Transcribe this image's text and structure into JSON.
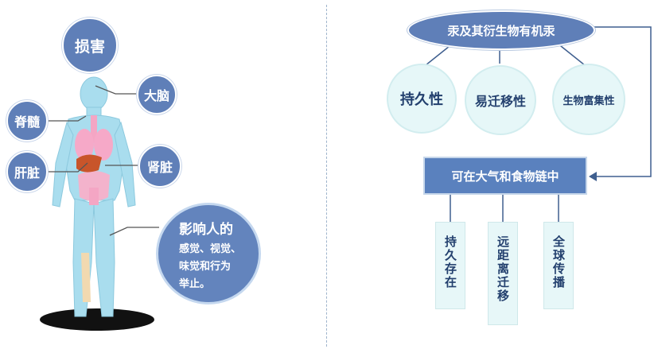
{
  "left": {
    "harm": "损害",
    "brain": "大脑",
    "spinal_cord": "脊髓",
    "liver": "肝脏",
    "kidney": "肾脏",
    "effect_title": "影响人的",
    "effect_lines": [
      "感觉、视觉、",
      "味觉和行为",
      "举止。"
    ]
  },
  "right": {
    "root": "汞及其衍生物有机汞",
    "properties": [
      "持久性",
      "易迁移性",
      "生物富集性"
    ],
    "middle": "可在大气和食物链中",
    "outcomes": [
      "持久存在",
      "远距离迁移",
      "全球传播"
    ]
  },
  "colors": {
    "bubble": "#5f7fb8",
    "property_fill": "#e6f7f8",
    "text_dark": "#23406e",
    "body": "#a8dcec"
  }
}
